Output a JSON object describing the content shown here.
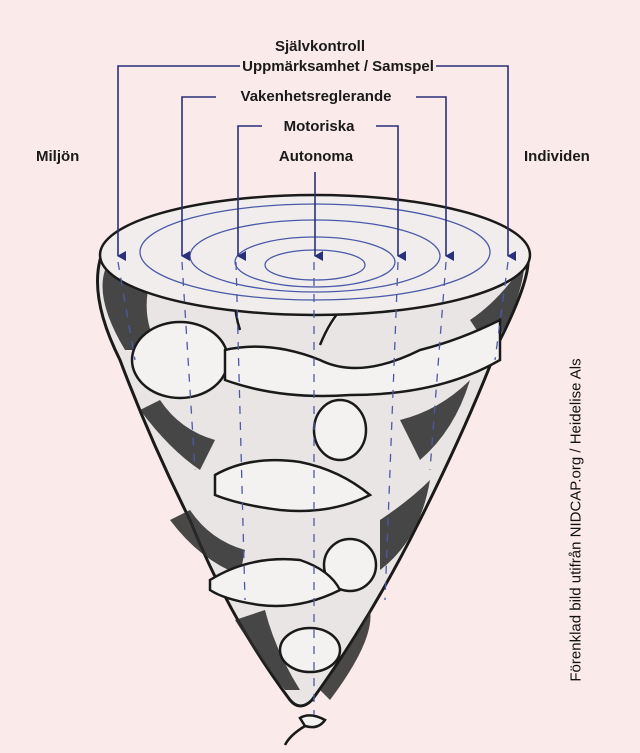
{
  "labels": {
    "left_side": "Miljön",
    "right_side": "Individen",
    "level_5": "Självkontroll",
    "level_4": "Uppmärksamhet / Samspel",
    "level_3": "Vakenhetsreglerande",
    "level_2": "Motoriska",
    "level_1": "Autonoma"
  },
  "credit": "Förenklad bild utifrån NIDCAP.org / Heidelise Als",
  "colors": {
    "background": "#fbeaea",
    "arrow": "#2a2f7a",
    "ring": "#4a5aa8",
    "sketch": "#1a1a1a"
  }
}
